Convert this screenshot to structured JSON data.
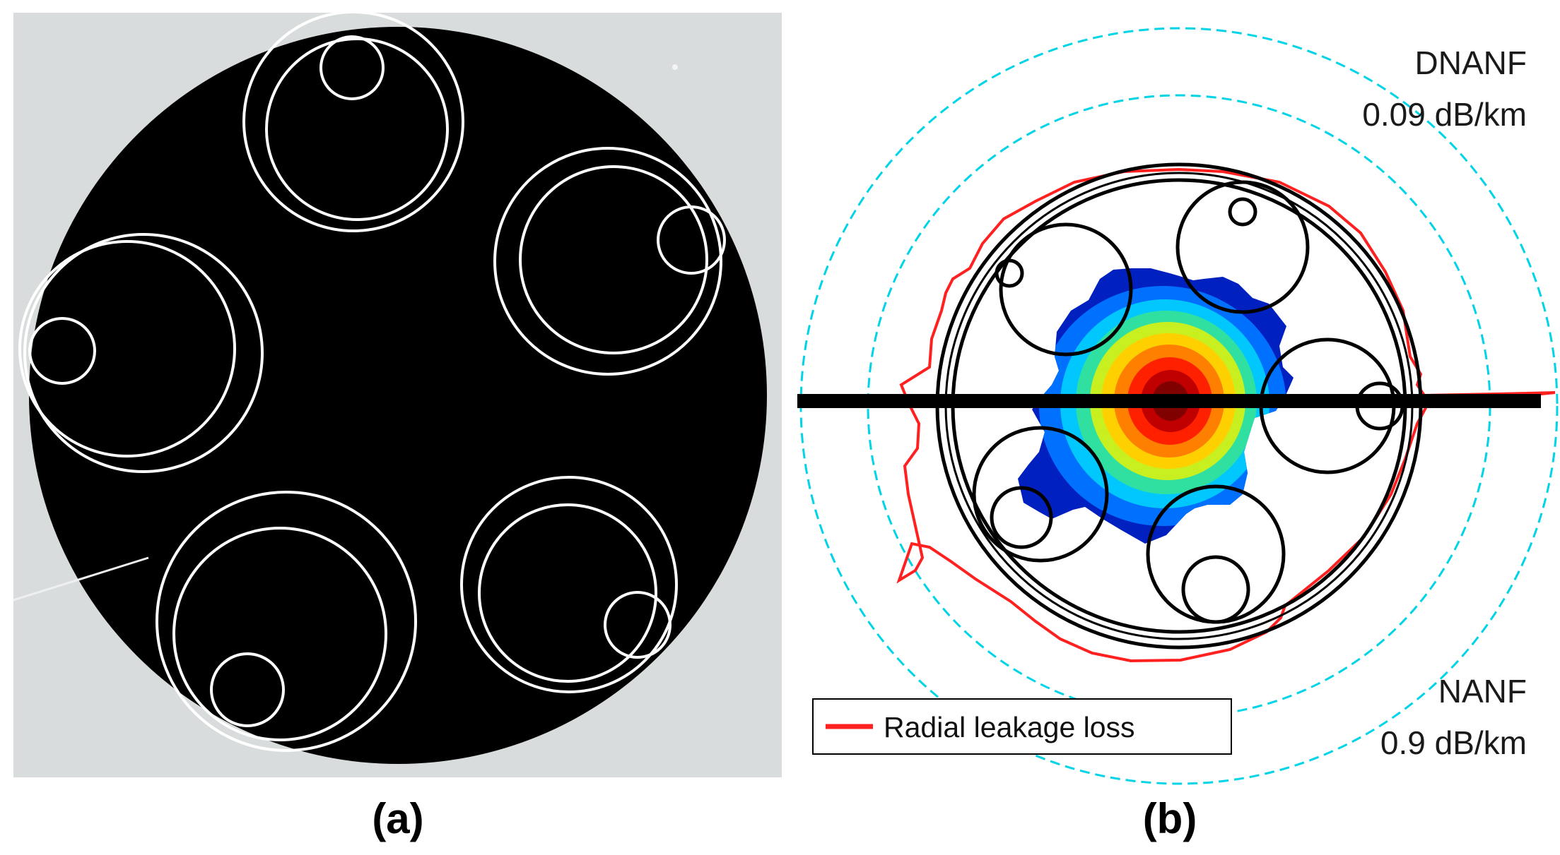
{
  "panels": {
    "a": {
      "label": "(a)",
      "background_color": "#d9dcdc",
      "fiber_color": "#000000",
      "ring_color": "#ffffff"
    },
    "b": {
      "label": "(b)",
      "annotations": {
        "outer": {
          "name": "DNANF",
          "loss": "0.09 dB/km"
        },
        "inner": {
          "name": "NANF",
          "loss": "0.9 dB/km"
        }
      },
      "legend": {
        "text": "Radial leakage loss",
        "color": "#ff2020"
      },
      "colors": {
        "boundary": "#00d4e6",
        "leakage_curve": "#ff2020",
        "structure": "#000000"
      },
      "mode_colormap": [
        "#0020c0",
        "#0070ff",
        "#00c8ff",
        "#30e0a0",
        "#c8f020",
        "#ffd000",
        "#ff8000",
        "#ff2000",
        "#c00000",
        "#800000"
      ]
    }
  }
}
